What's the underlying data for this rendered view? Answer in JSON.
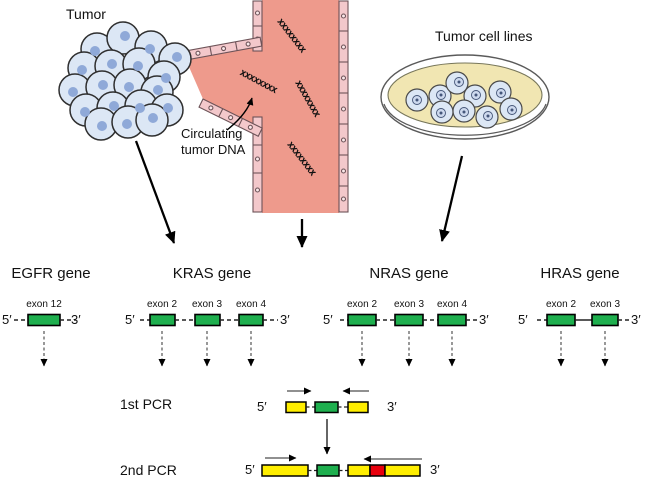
{
  "labels": {
    "tumor": "Tumor",
    "circulating_lines": [
      "Circulating",
      "tumor DNA"
    ],
    "tumor_cell_lines": "Tumor cell lines",
    "pcr1": "1st PCR",
    "pcr2": "2nd PCR",
    "five_prime": "5′",
    "three_prime": "3′"
  },
  "dna_glyph": "xxxxxxxx",
  "genes": [
    {
      "name": "EGFR gene",
      "exons": [
        "exon 12"
      ]
    },
    {
      "name": "KRAS gene",
      "exons": [
        "exon 2",
        "exon 3",
        "exon 4"
      ]
    },
    {
      "name": "NRAS gene",
      "exons": [
        "exon 2",
        "exon 3",
        "exon 4"
      ]
    },
    {
      "name": "HRAS gene",
      "exons": [
        "exon 2",
        "exon 3"
      ]
    }
  ],
  "colors": {
    "exon_green": "#1eaf4e",
    "primer_yellow": "#ffee00",
    "mutation_red": "#e8000d",
    "vessel_lumen": "#ee9a8c",
    "vessel_wall": "#f3c8cb",
    "tumor_cell": "#dce7f5",
    "cell_nucleus": "#8fa9d8",
    "dish_media": "#f1e6b2"
  }
}
